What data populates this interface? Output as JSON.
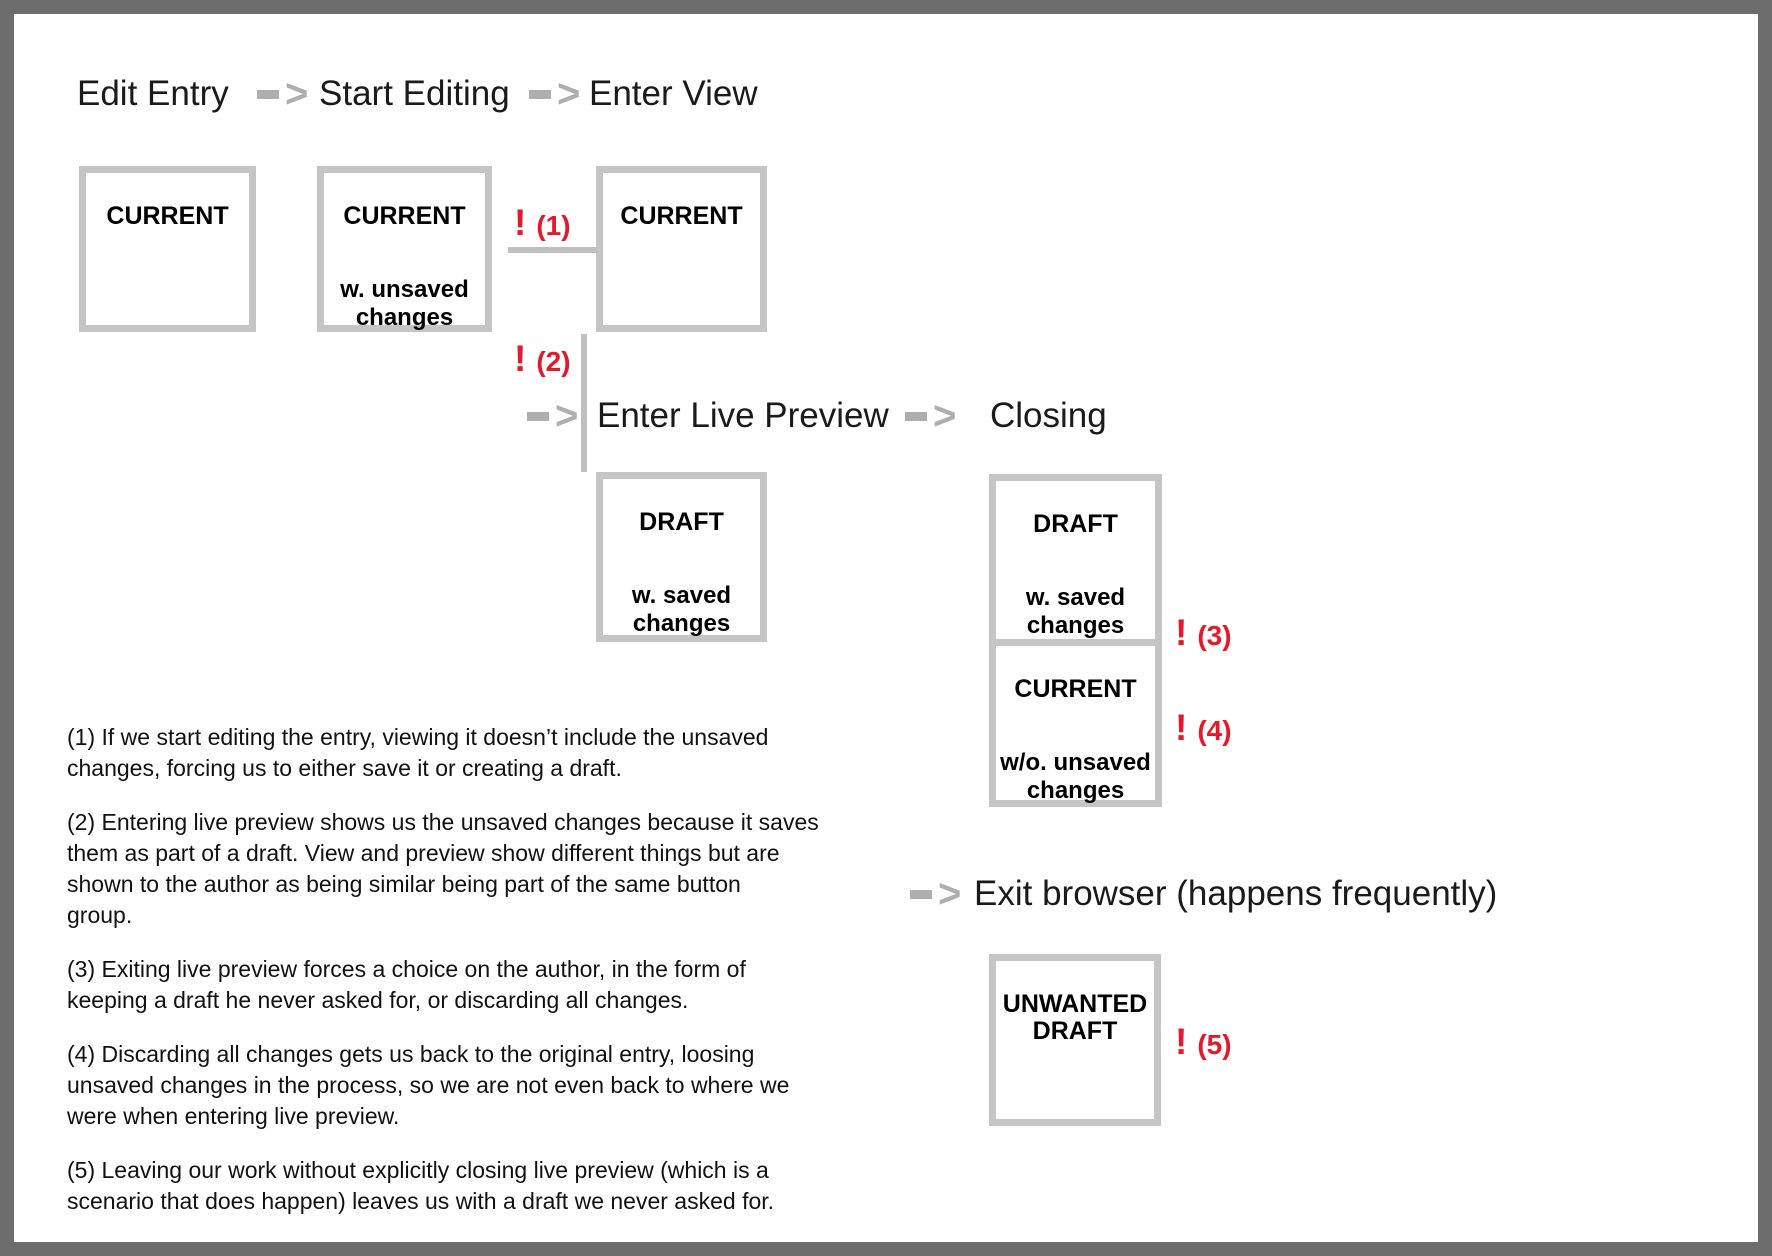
{
  "colors": {
    "frame": "#6d6d6d",
    "box_border": "#c5c5c5",
    "rule": "#c0c0c0",
    "arrow": "#aeaeae",
    "alert": "#e21a2d",
    "text": "#141414"
  },
  "ui": {
    "arrow_head": ">"
  },
  "headers": {
    "step1": "Edit Entry",
    "step2": "Start Editing",
    "step3": "Enter View",
    "step4": "Enter Live Preview",
    "step5": "Closing",
    "step6": "Exit browser (happens frequently)"
  },
  "boxes": {
    "b1": {
      "title": "CURRENT"
    },
    "b2": {
      "title": "CURRENT",
      "subtitle": "w. unsaved changes"
    },
    "b3": {
      "title": "CURRENT"
    },
    "b4": {
      "title": "DRAFT",
      "subtitle": "w. saved changes"
    },
    "b5": {
      "title": "DRAFT",
      "subtitle": "w. saved changes"
    },
    "b6": {
      "title": "CURRENT",
      "subtitle": "w/o. unsaved changes"
    },
    "b7": {
      "title": "UNWANTED DRAFT"
    }
  },
  "alerts": {
    "a1": {
      "bang": "!",
      "num": "(1)"
    },
    "a2": {
      "bang": "!",
      "num": "(2)"
    },
    "a3": {
      "bang": "!",
      "num": "(3)"
    },
    "a4": {
      "bang": "!",
      "num": "(4)"
    },
    "a5": {
      "bang": "!",
      "num": "(5)"
    }
  },
  "notes": {
    "p1": [
      "(1) If we start editing the entry, viewing it doesn’t include the unsaved",
      "changes, forcing us to either save it or creating a draft."
    ],
    "p2": [
      "(2) Entering live preview shows us the unsaved changes because it saves",
      "them as part of a draft. View and preview show different things but are",
      "shown to the author as being similar being part of the same button",
      "group."
    ],
    "p3": [
      "(3) Exiting live preview forces a choice on the author, in the form of",
      "keeping a draft he never asked for, or discarding all changes."
    ],
    "p4": [
      "(4) Discarding all changes gets us back to the original entry, loosing",
      "unsaved changes in the process, so we are not even back to where we",
      "were when entering live preview."
    ],
    "p5": [
      "(5) Leaving our work without explicitly closing live preview (which is a",
      "scenario that does happen) leaves us with a draft we never asked for."
    ]
  }
}
